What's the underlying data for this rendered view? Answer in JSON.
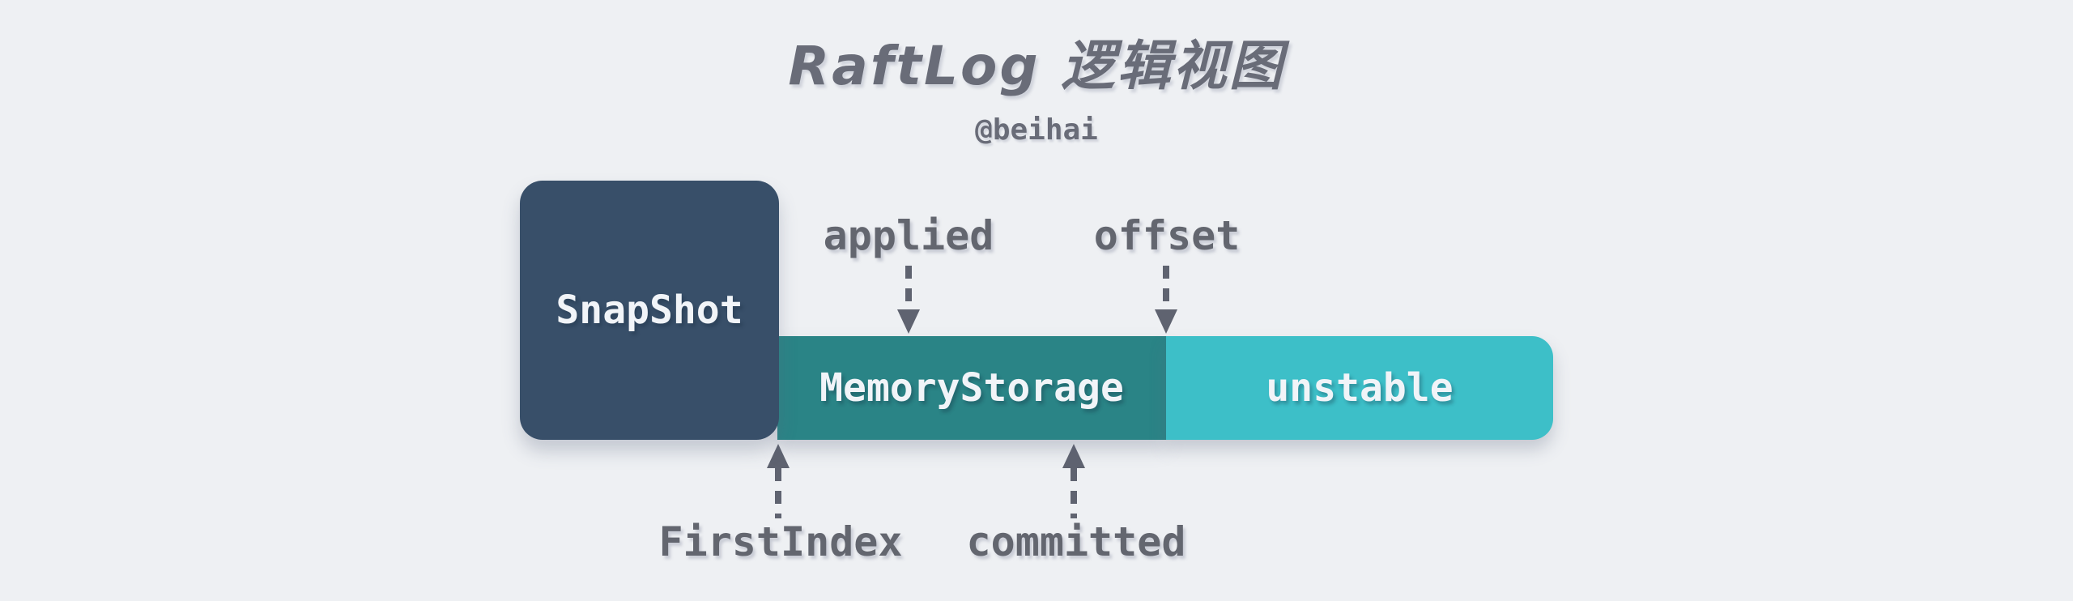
{
  "colors": {
    "background": "#eef0f3",
    "heading": "#696c78",
    "label": "#63666f",
    "arrow": "#5f6370",
    "snapshot-fill": "#384f69",
    "memory-fill": "#2a8486",
    "unstable-fill": "#3dbfc8",
    "box-text": "#f1f4f8"
  },
  "header": {
    "title": "RaftLog 逻辑视图",
    "author": "@beihai"
  },
  "diagram": {
    "boxes": {
      "snapshot": {
        "label": "SnapShot"
      },
      "memory_storage": {
        "label": "MemoryStorage"
      },
      "unstable": {
        "label": "unstable"
      }
    },
    "pointers": {
      "applied": {
        "label": "applied",
        "direction": "down"
      },
      "offset": {
        "label": "offset",
        "direction": "down"
      },
      "first_index": {
        "label": "FirstIndex",
        "direction": "up"
      },
      "committed": {
        "label": "committed",
        "direction": "up"
      }
    }
  }
}
